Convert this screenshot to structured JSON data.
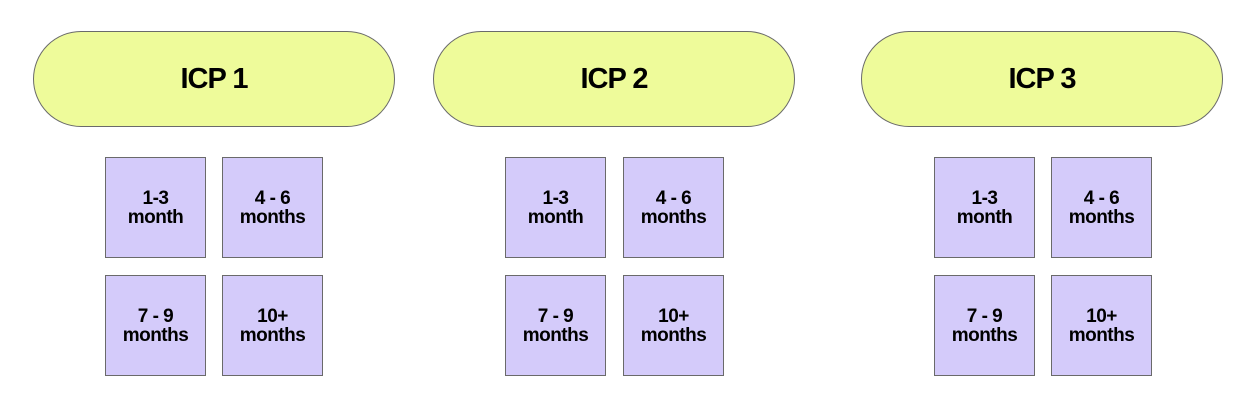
{
  "colors": {
    "pill_fill": "#eefb9a",
    "tile_fill": "#d4cbfa",
    "border": "#6a6a6a",
    "text": "#000000"
  },
  "groups": [
    {
      "title": "ICP 1",
      "tiles": [
        "1-3\nmonth",
        "4 - 6\nmonths",
        "7 - 9\nmonths",
        "10+\nmonths"
      ]
    },
    {
      "title": "ICP 2",
      "tiles": [
        "1-3\nmonth",
        "4 - 6\nmonths",
        "7 - 9\nmonths",
        "10+\nmonths"
      ]
    },
    {
      "title": "ICP 3",
      "tiles": [
        "1-3\nmonth",
        "4 - 6\nmonths",
        "7 - 9\nmonths",
        "10+\nmonths"
      ]
    }
  ]
}
